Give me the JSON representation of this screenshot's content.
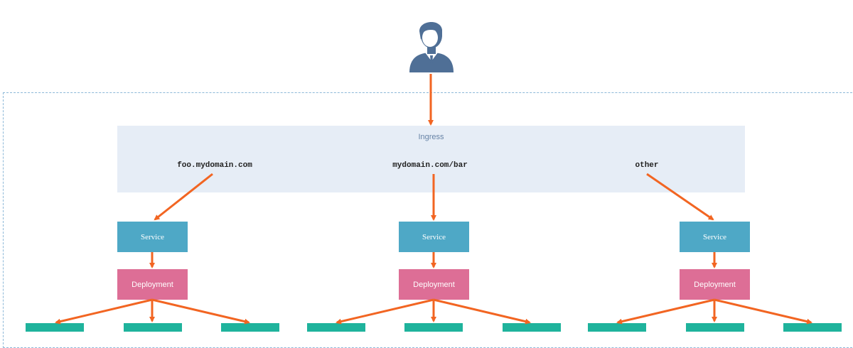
{
  "ingress": {
    "title": "Ingress",
    "rules": [
      "foo.mydomain.com",
      "mydomain.com/bar",
      "other"
    ]
  },
  "branches": [
    {
      "service_label": "Service",
      "deployment_label": "Deployment",
      "pod_count": 3
    },
    {
      "service_label": "Service",
      "deployment_label": "Deployment",
      "pod_count": 3
    },
    {
      "service_label": "Service",
      "deployment_label": "Deployment",
      "pod_count": 3
    }
  ],
  "icons": {
    "user": "user-avatar-icon"
  },
  "colors": {
    "arrow": "#f26522",
    "ingress_bg": "#e6edf6",
    "service": "#4ea8c6",
    "deployment": "#dd6e96",
    "pod": "#1fb39c",
    "user": "#4f6f96",
    "boundary": "#8cb8d8"
  }
}
